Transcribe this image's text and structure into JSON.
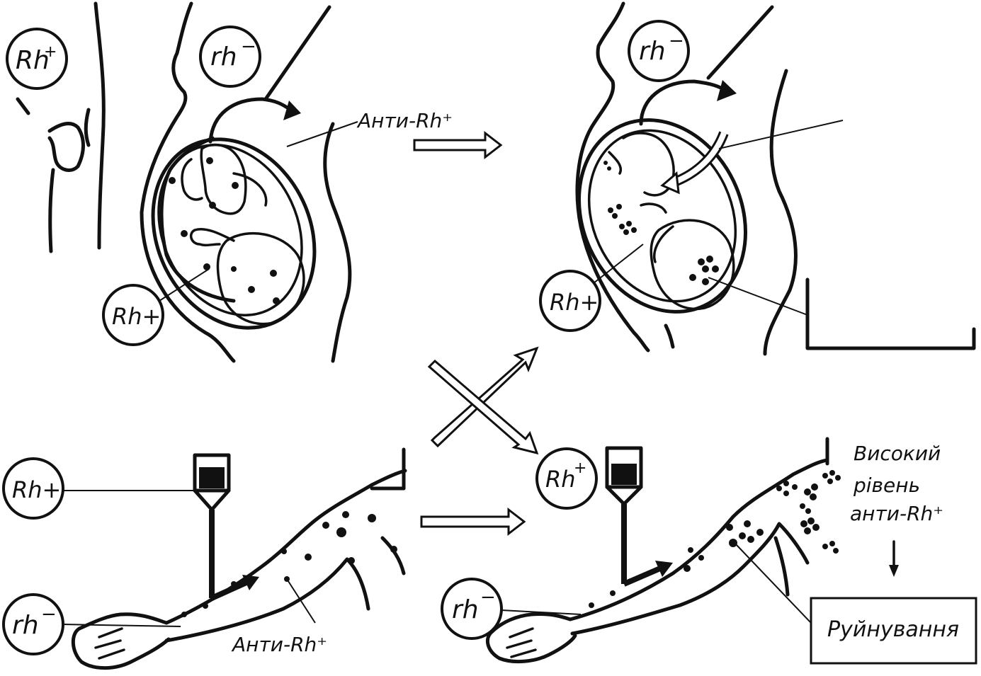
{
  "labels": {
    "father_top": "Rh",
    "father_top_sign": "+",
    "mother_top_left": "rh",
    "mother_top_left_sign": "−",
    "fetus_top_left": "Rh+",
    "anti_top": "Анти-Rh⁺",
    "mother_top_right": "rh",
    "mother_top_right_sign": "−",
    "fetus_top_right": "Rh+",
    "donor_bottom_left": "Rh+",
    "recipient_bottom_left": "rh",
    "recipient_bottom_left_sign": "−",
    "anti_bottom": "Анти-Rh⁺",
    "donor_bottom_right": "Rh",
    "donor_bottom_right_sign": "+",
    "recipient_bottom_right": "rh",
    "recipient_bottom_right_sign": "−",
    "high_level_line1": "Високий",
    "high_level_line2": "рівень",
    "high_level_line3": "анти-Rh⁺",
    "destruction": "Руйнування"
  }
}
